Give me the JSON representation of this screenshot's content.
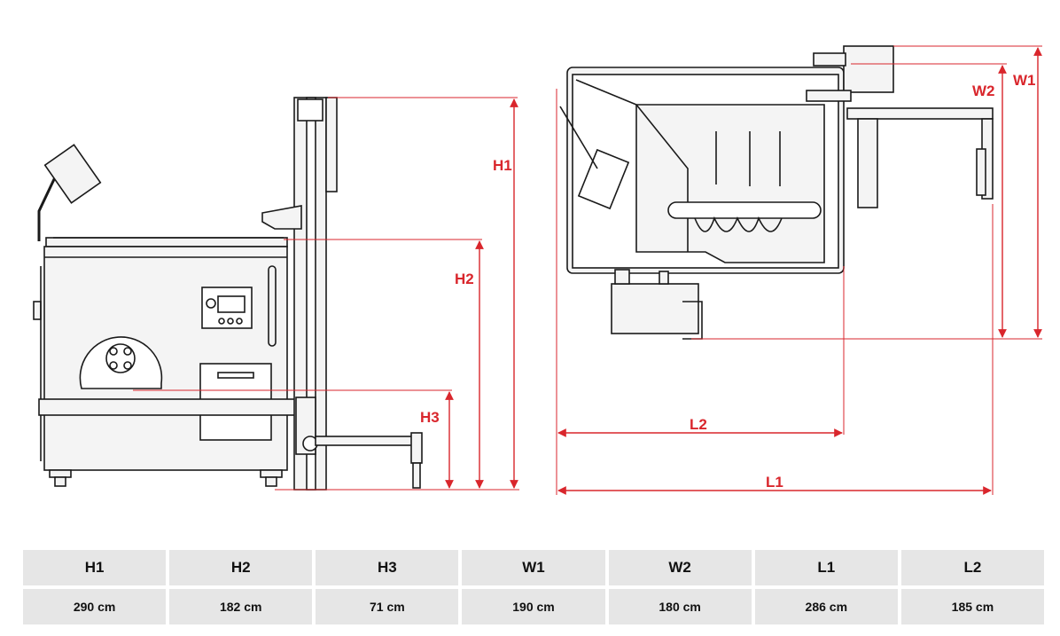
{
  "colors": {
    "dimension": "#d9262c",
    "line": "#1a1a1a",
    "fill": "#f4f4f4",
    "table_bg": "#e6e6e6"
  },
  "dimensions": {
    "H1": "H1",
    "H2": "H2",
    "H3": "H3",
    "W1": "W1",
    "W2": "W2",
    "L1": "L1",
    "L2": "L2"
  },
  "table": {
    "headers": [
      "H1",
      "H2",
      "H3",
      "W1",
      "W2",
      "L1",
      "L2"
    ],
    "values": [
      "290 cm",
      "182 cm",
      "71 cm",
      "190 cm",
      "180 cm",
      "286 cm",
      "185 cm"
    ]
  }
}
